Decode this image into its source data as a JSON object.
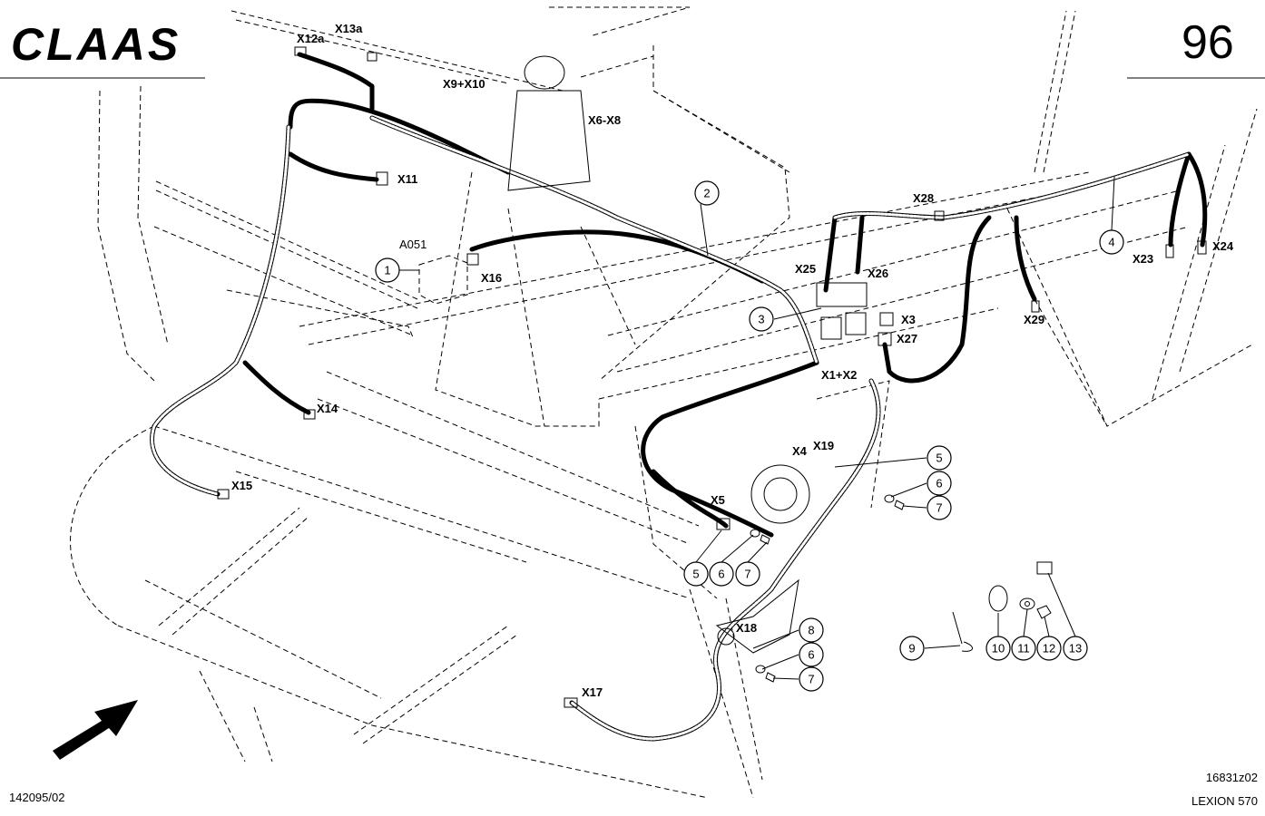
{
  "header": {
    "brand": "CLAAS",
    "page_number": "96"
  },
  "footer": {
    "left_ref": "142095/02",
    "right_ref": "16831z02",
    "model": "LEXION 570"
  },
  "connectors": [
    {
      "id": "x12a",
      "label": "X12a"
    },
    {
      "id": "x13a",
      "label": "X13a"
    },
    {
      "id": "x9x10",
      "label": "X9+X10"
    },
    {
      "id": "x6x8",
      "label": "X6-X8"
    },
    {
      "id": "x11",
      "label": "X11"
    },
    {
      "id": "a051",
      "label": "A051"
    },
    {
      "id": "x16",
      "label": "X16"
    },
    {
      "id": "x28",
      "label": "X28"
    },
    {
      "id": "x25",
      "label": "X25"
    },
    {
      "id": "x26",
      "label": "X26"
    },
    {
      "id": "x3",
      "label": "X3"
    },
    {
      "id": "x27",
      "label": "X27"
    },
    {
      "id": "x29",
      "label": "X29"
    },
    {
      "id": "x23",
      "label": "X23"
    },
    {
      "id": "x24",
      "label": "X24"
    },
    {
      "id": "x1x2",
      "label": "X1+X2"
    },
    {
      "id": "x14",
      "label": "X14"
    },
    {
      "id": "x15",
      "label": "X15"
    },
    {
      "id": "x4",
      "label": "X4"
    },
    {
      "id": "x19",
      "label": "X19"
    },
    {
      "id": "x5",
      "label": "X5"
    },
    {
      "id": "x18",
      "label": "X18"
    },
    {
      "id": "x17",
      "label": "X17"
    }
  ],
  "callouts": [
    {
      "id": "c1",
      "number": "1"
    },
    {
      "id": "c2",
      "number": "2"
    },
    {
      "id": "c3",
      "number": "3"
    },
    {
      "id": "c4",
      "number": "4"
    },
    {
      "id": "c5a",
      "number": "5"
    },
    {
      "id": "c6a",
      "number": "6"
    },
    {
      "id": "c7a",
      "number": "7"
    },
    {
      "id": "c5b",
      "number": "5"
    },
    {
      "id": "c6b",
      "number": "6"
    },
    {
      "id": "c7b",
      "number": "7"
    },
    {
      "id": "c8",
      "number": "8"
    },
    {
      "id": "c6c",
      "number": "6"
    },
    {
      "id": "c7c",
      "number": "7"
    },
    {
      "id": "c9",
      "number": "9"
    },
    {
      "id": "c10",
      "number": "10"
    },
    {
      "id": "c11",
      "number": "11"
    },
    {
      "id": "c12",
      "number": "12"
    },
    {
      "id": "c13",
      "number": "13"
    }
  ]
}
